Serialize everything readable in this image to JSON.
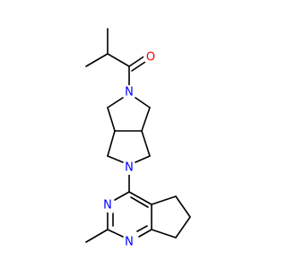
{
  "molecule": {
    "atoms": {
      "carbonyl_oxygen": {
        "label": "O",
        "color": "#ff0000"
      },
      "amide_nitrogen": {
        "label": "N",
        "color": "#0000ff"
      },
      "pyrrolidine_nitrogen": {
        "label": "N",
        "color": "#0000ff"
      },
      "pyrimidine_nitrogen_upper": {
        "label": "N",
        "color": "#0000ff"
      },
      "pyrimidine_nitrogen_lower": {
        "label": "N",
        "color": "#0000ff"
      }
    },
    "bond_color": "#000000"
  }
}
